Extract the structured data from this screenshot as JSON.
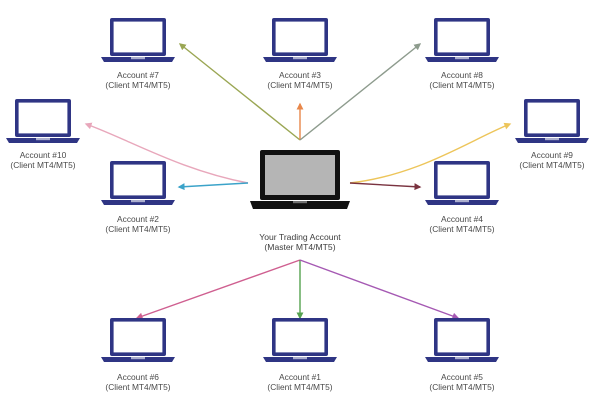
{
  "master": {
    "line1": "Your Trading Account",
    "line2": "(Master MT4/MT5)",
    "icon": "laptop-icon"
  },
  "clients": [
    {
      "id": "7",
      "line1": "Account #7",
      "line2": "(Client MT4/MT5)",
      "arrow_color": "#9aa653"
    },
    {
      "id": "3",
      "line1": "Account #3",
      "line2": "(Client MT4/MT5)",
      "arrow_color": "#e8874a"
    },
    {
      "id": "8",
      "line1": "Account #8",
      "line2": "(Client MT4/MT5)",
      "arrow_color": "#8d9b8d"
    },
    {
      "id": "10",
      "line1": "Account #10",
      "line2": "(Client MT4/MT5)",
      "arrow_color": "#e8a7bb"
    },
    {
      "id": "9",
      "line1": "Account #9",
      "line2": "(Client MT4/MT5)",
      "arrow_color": "#edc55a"
    },
    {
      "id": "2",
      "line1": "Account #2",
      "line2": "(Client MT4/MT5)",
      "arrow_color": "#3ba3c9"
    },
    {
      "id": "4",
      "line1": "Account #4",
      "line2": "(Client MT4/MT5)",
      "arrow_color": "#7a3340"
    },
    {
      "id": "6",
      "line1": "Account #6",
      "line2": "(Client MT4/MT5)",
      "arrow_color": "#cf5f90"
    },
    {
      "id": "1",
      "line1": "Account #1",
      "line2": "(Client MT4/MT5)",
      "arrow_color": "#55a24f"
    },
    {
      "id": "5",
      "line1": "Account #5",
      "line2": "(Client MT4/MT5)",
      "arrow_color": "#a559b3"
    }
  ],
  "colors": {
    "client_laptop": "#2f3584",
    "client_screen": "#ffffff",
    "master_laptop": "#111111",
    "master_screen": "#b5b5b5"
  }
}
